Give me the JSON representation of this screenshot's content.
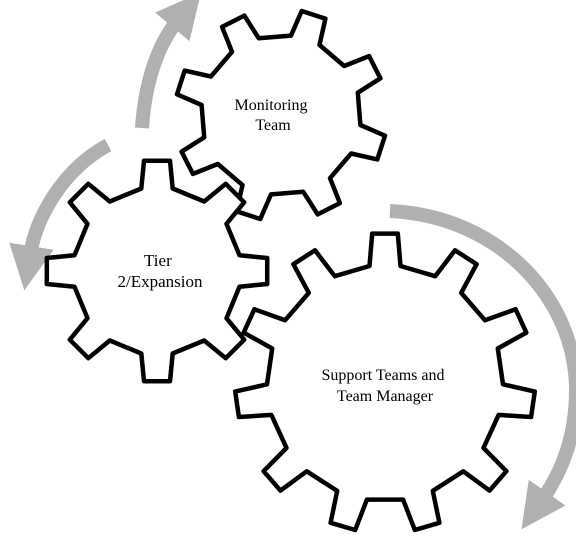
{
  "diagram": {
    "arrow_color": "#b0b0b0",
    "gear_stroke": "#000000",
    "gear_fill": "#ffffff",
    "gears": [
      {
        "name": "monitoring-team-gear",
        "lines": [
          "Monitoring",
          "Team"
        ]
      },
      {
        "name": "tier-2-expansion-gear",
        "lines": [
          "Tier",
          "2/Expansion"
        ]
      },
      {
        "name": "support-teams-gear",
        "lines": [
          "Support Teams and",
          "Team Manager"
        ]
      }
    ]
  }
}
